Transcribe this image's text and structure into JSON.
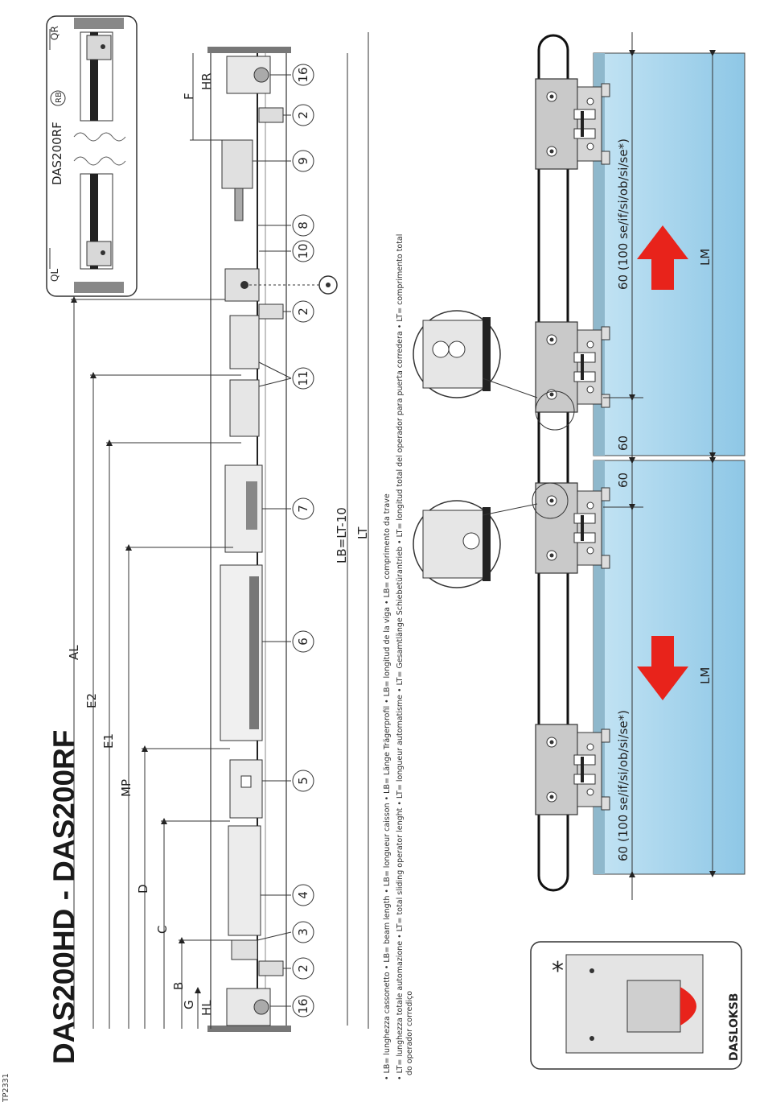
{
  "page_code": "TP2331",
  "title": "DAS200HD - DAS200RF",
  "inset_model_label": "DAS200RF",
  "inset_labels": {
    "ql": "QL",
    "qr": "QR",
    "rb": "RB"
  },
  "dimension_labels": {
    "al": "AL",
    "e2": "E2",
    "e1": "E1",
    "mp": "MP",
    "d": "D",
    "c": "C",
    "b": "B",
    "g": "G",
    "hl": "HL",
    "hr": "HR",
    "f": "F",
    "lb_formula": "LB=LT-10",
    "lt": "LT"
  },
  "components": [
    "16",
    "2",
    "3",
    "4",
    "5",
    "6",
    "7",
    "11",
    "2",
    "10",
    "8",
    "9",
    "2",
    "16"
  ],
  "notes": [
    "• LB= lunghezza cassonetto • LB= beam length • LB= longueur caisson • LB= Länge Trägerprofil • LB= longitud de la viga • LB= comprimento da trave",
    "• LT= lunghezza totale automazione • LT= total sliding operator lenght • LT= longueur automatisme • LT= Gesamtlänge Schiebetürantrieb • LT= longitud total del operador para puerta corredera • LT= comprimento total",
    "do operador corrediço"
  ],
  "door_labels": {
    "gap_left": "60 (100 se/if/si/ob/si/se*)",
    "gap_right": "60 (100 se/if/si/ob/si/se*)",
    "center_left": "60",
    "center_right": "60",
    "lm_left": "LM",
    "lm_right": "LM"
  },
  "accessory": {
    "symbol": "*",
    "label": "DASLOKSB"
  },
  "colors": {
    "glass": "#a9d6ee",
    "arrow": "#e8231b",
    "metal": "#b9b9b9"
  }
}
